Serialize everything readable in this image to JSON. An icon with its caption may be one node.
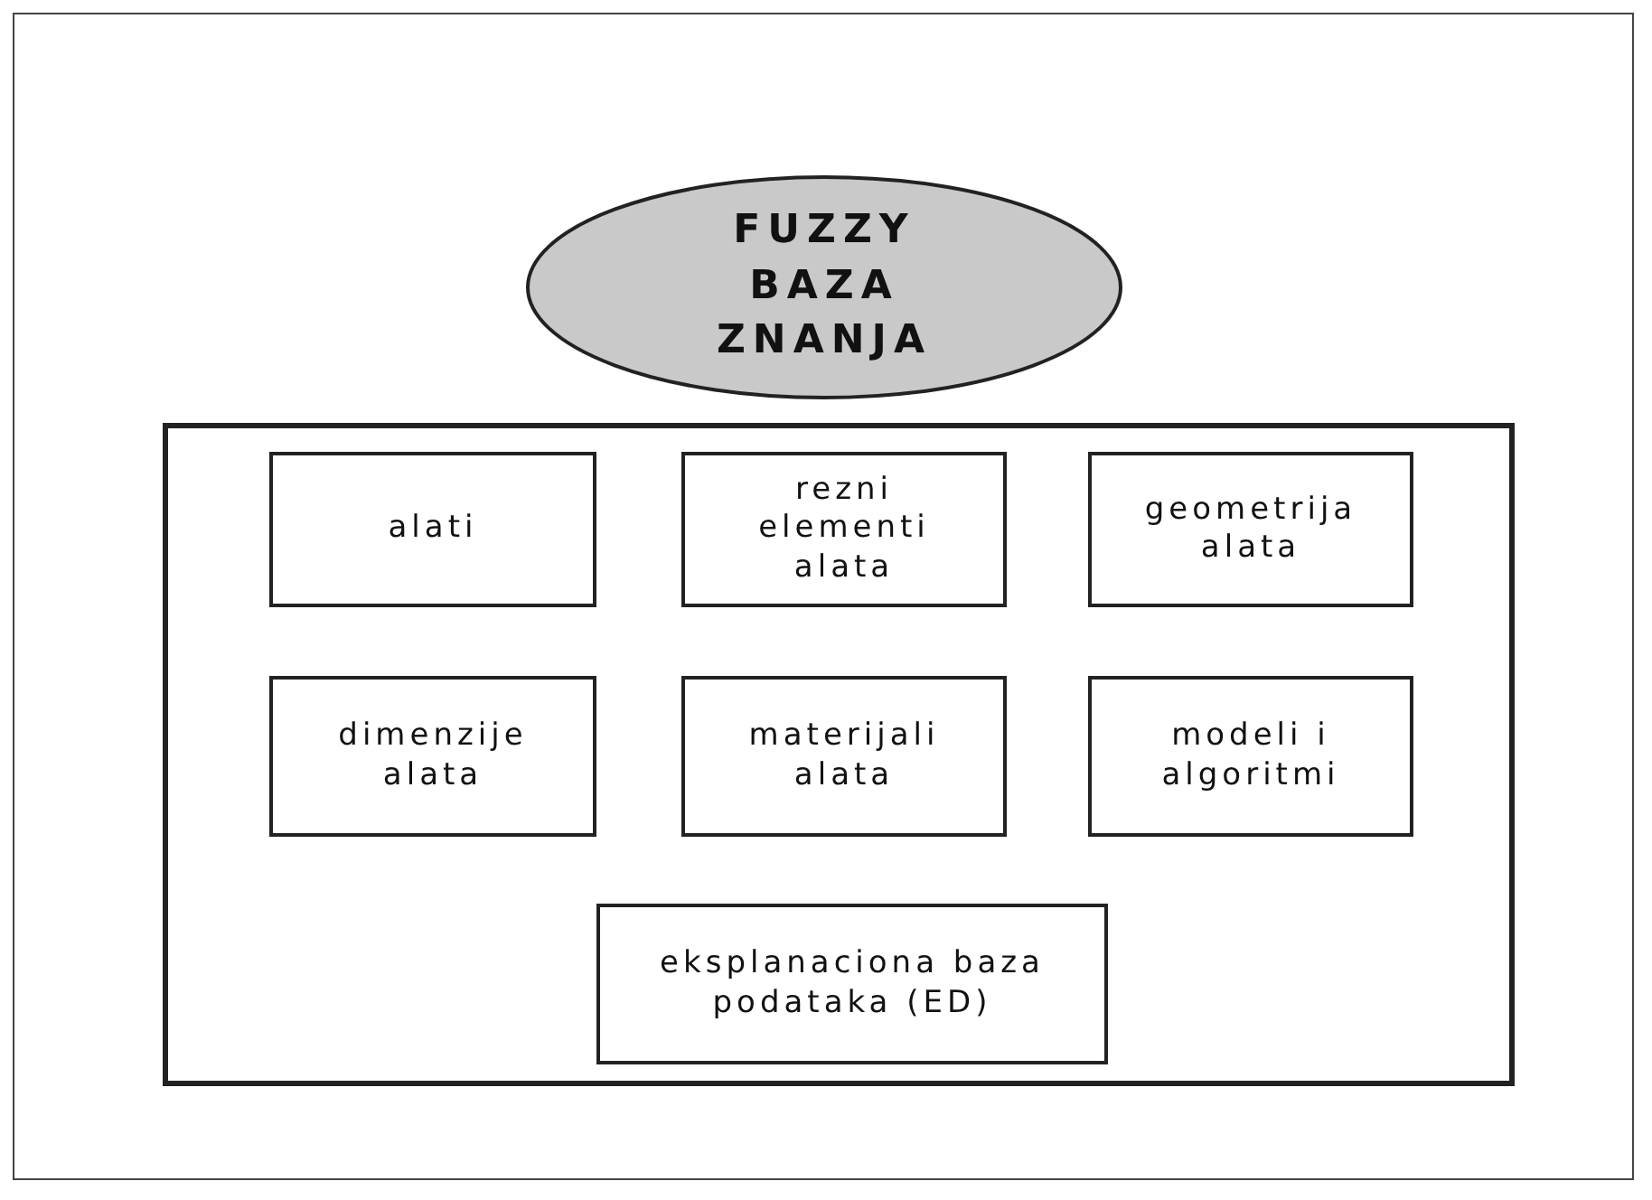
{
  "diagram": {
    "nodes": [
      {
        "text": [
          "FUZZY BAZA ZNANJA"
        ]
      },
      {
        "text": [],
        "shape": "box"
      },
      {
        "text": [
          "alati"
        ],
        "in": 1
      },
      {
        "text": [
          "rezni elementi alata"
        ],
        "in": 1
      },
      {
        "text": [
          "geometrija alata"
        ],
        "in": 1
      },
      {
        "text": [
          "dimenzije alata"
        ],
        "in": 1
      },
      {
        "text": [
          "materijali alata"
        ],
        "in": 1
      },
      {
        "text": [
          "modeli i algoritmi"
        ],
        "in": 1
      },
      {
        "text": [
          "eksplanaciona baza podataka (ED)"
        ],
        "in": 1
      }
    ]
  }
}
